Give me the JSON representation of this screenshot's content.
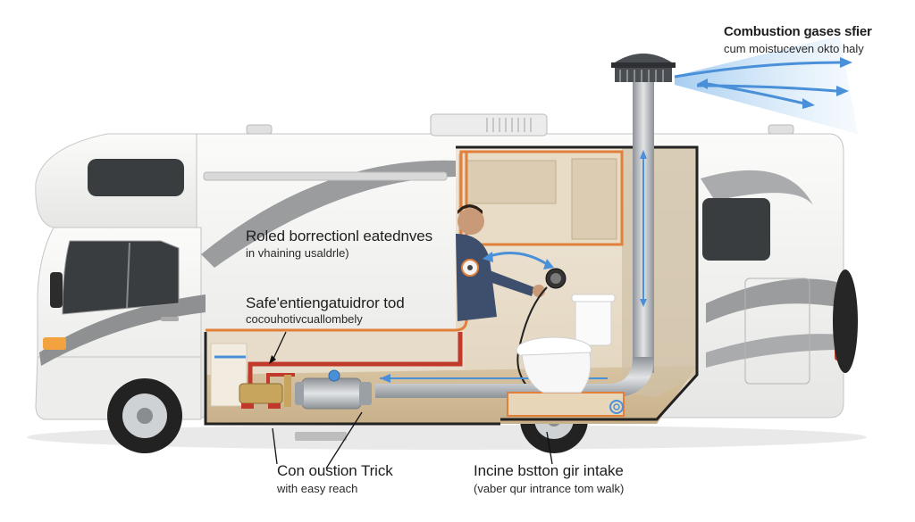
{
  "callouts": {
    "exhaust": {
      "title": "Combustion gases sfier",
      "subtitle": "cum moistuceven okto haly"
    },
    "cabinet": {
      "title": "Roled borrectionl eatednves",
      "subtitle": "in vhaining usaldrle)"
    },
    "safety": {
      "title": "Safe'entiengatuidror tod",
      "subtitle": "cocouhotivcuallombely"
    },
    "unit": {
      "title": "Con oustion Trick",
      "subtitle": "with easy reach"
    },
    "intake": {
      "title": "Incine bstton gir intake",
      "subtitle": "(vaber qur intrance tom walk)"
    }
  },
  "colors": {
    "body": "#f4f4f2",
    "stripe": "#8e9092",
    "cutaway_border": "#e0803a",
    "pipe": "#b8bcc0",
    "hot_pipe": "#c0392b",
    "airflow": "#4a90d9",
    "floor": "#d9c6a6"
  },
  "icons": [
    "roof-vent-icon",
    "airflow-arrow-icon",
    "toilet-icon",
    "heater-unit-icon",
    "gauge-icon",
    "technician-figure"
  ]
}
